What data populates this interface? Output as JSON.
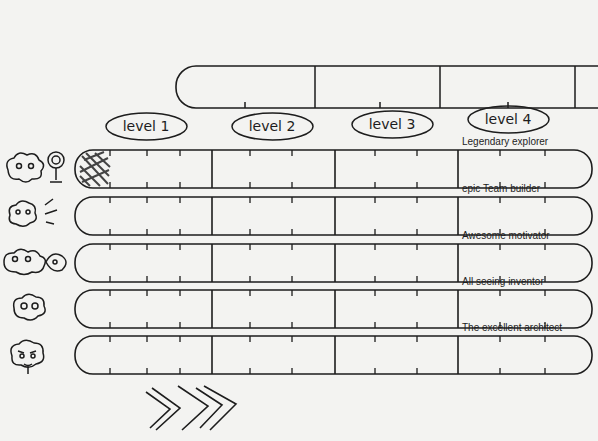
{
  "diagram": {
    "nodes": [
      {
        "text": [
          "level 1"
        ]
      },
      {
        "text": [
          "level 2"
        ]
      },
      {
        "text": [
          "level 3"
        ]
      },
      {
        "text": [
          "level 4"
        ]
      }
    ],
    "labels": [
      "Legendary explorer",
      "epic Team builder",
      "Awesome motivator",
      "All seeing inventor",
      "The excellent architect"
    ]
  }
}
